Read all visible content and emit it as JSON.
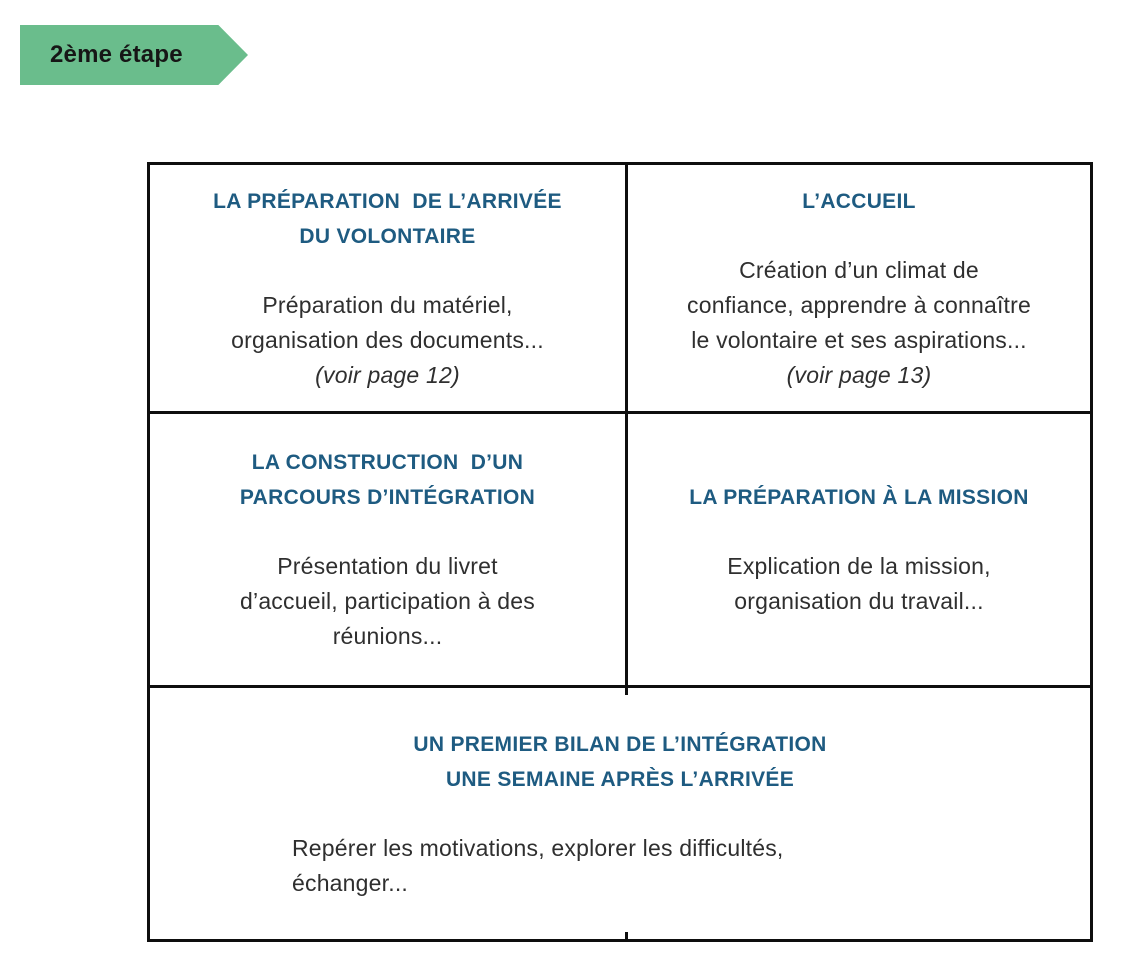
{
  "banner": {
    "label": "2ème étape",
    "background_color": "#6abd8c",
    "text_color": "#161616"
  },
  "colors": {
    "heading": "#1e5b81",
    "body_text": "#2f2f2f",
    "border": "#0e0e0e",
    "page_background": "#ffffff"
  },
  "table": {
    "cells": [
      {
        "title": "LA PRÉPARATION  DE L’ARRIVÉE\nDU VOLONTAIRE",
        "body": "Préparation du matériel,\norganisation des documents...",
        "note": "(voir page 12)"
      },
      {
        "title": "L’ACCUEIL",
        "body": "Création d’un climat de\nconfiance, apprendre à connaître\nle volontaire et ses aspirations...",
        "note": "(voir page 13)"
      },
      {
        "title": "LA CONSTRUCTION  D’UN\nPARCOURS D’INTÉGRATION",
        "body": "Présentation du livret\nd’accueil, participation à des\nréunions..."
      },
      {
        "title": "LA PRÉPARATION À LA MISSION",
        "body": "Explication de la mission,\norganisation du travail..."
      },
      {
        "title": "UN PREMIER BILAN DE L’INTÉGRATION\nUNE SEMAINE APRÈS L’ARRIVÉE",
        "body": "Repérer les motivations, explorer les difficultés,\néchanger..."
      }
    ]
  }
}
